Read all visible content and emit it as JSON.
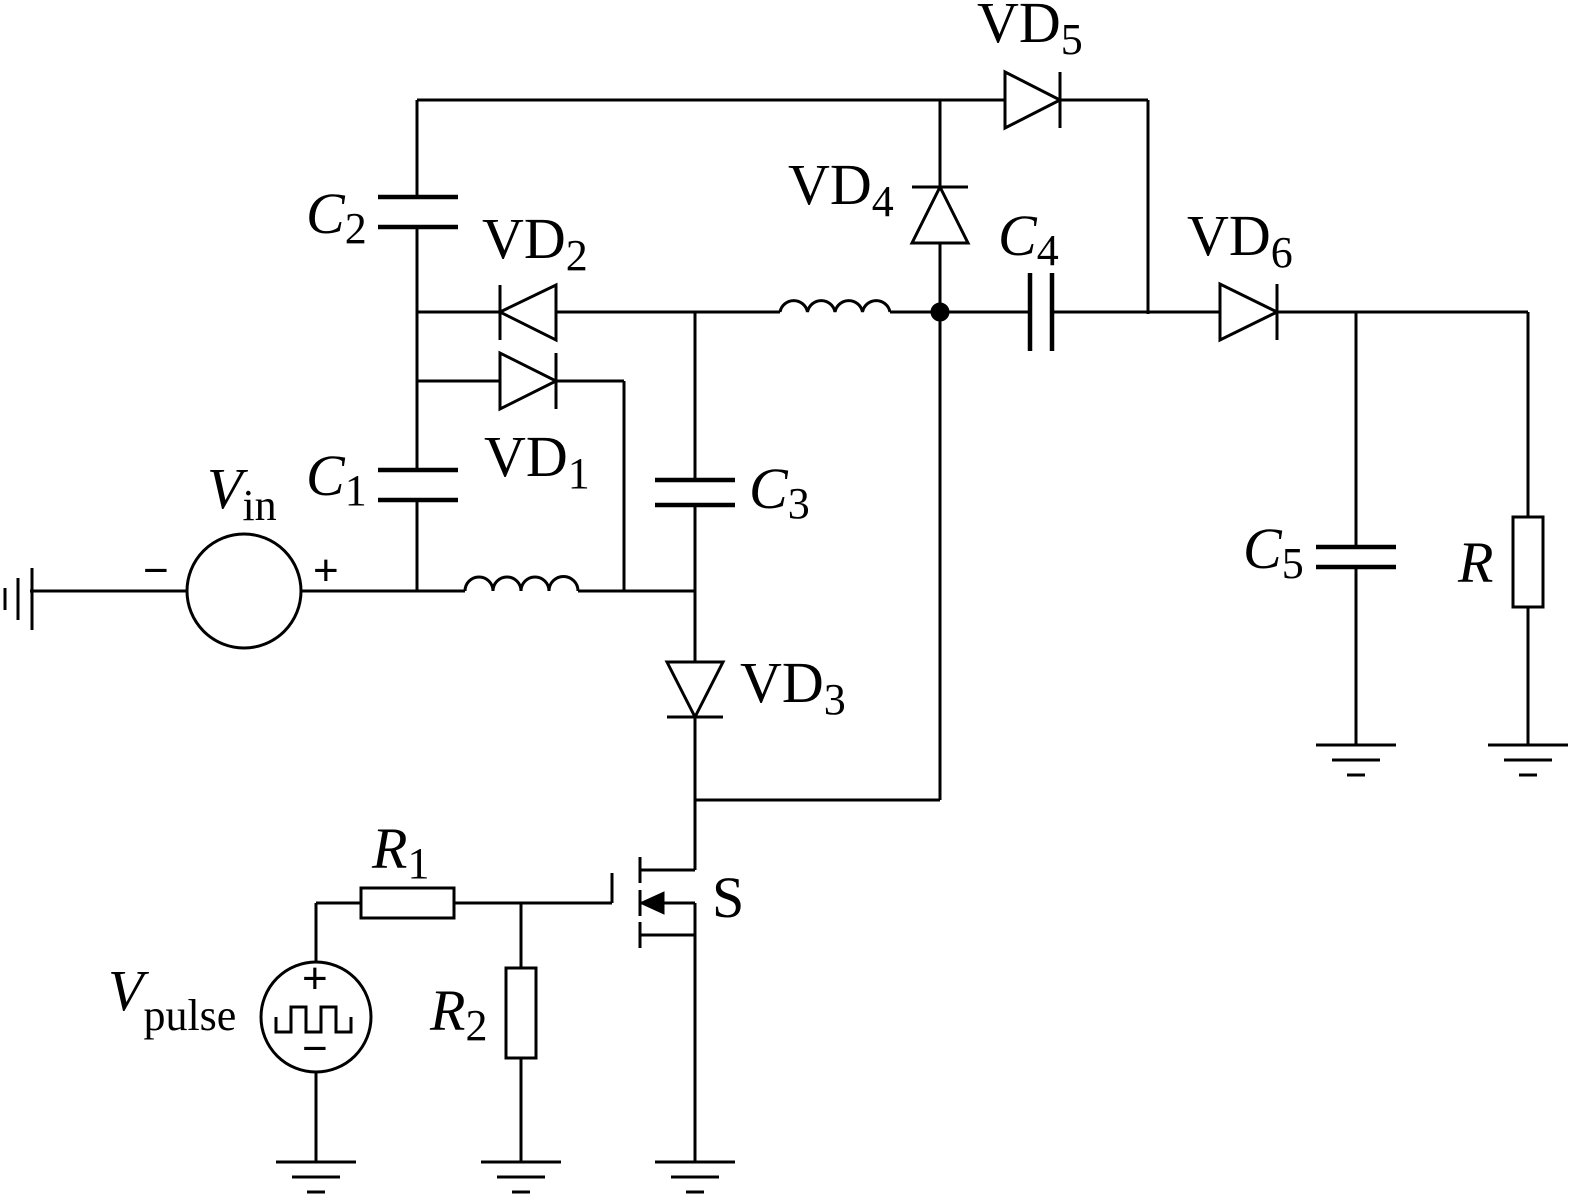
{
  "diagram": {
    "labels": {
      "vin": {
        "main": "V",
        "sub": "in"
      },
      "vin_minus": "−",
      "vin_plus": "+",
      "vpulse": {
        "main": "V",
        "sub": "pulse"
      },
      "vpulse_plus": "+",
      "vpulse_minus": "−",
      "c1": {
        "main": "C",
        "sub": "1"
      },
      "c2": {
        "main": "C",
        "sub": "2"
      },
      "c3": {
        "main": "C",
        "sub": "3"
      },
      "c4": {
        "main": "C",
        "sub": "4"
      },
      "c5": {
        "main": "C",
        "sub": "5"
      },
      "vd1": {
        "main": "VD",
        "sub": "1"
      },
      "vd2": {
        "main": "VD",
        "sub": "2"
      },
      "vd3": {
        "main": "VD",
        "sub": "3"
      },
      "vd4": {
        "main": "VD",
        "sub": "4"
      },
      "vd5": {
        "main": "VD",
        "sub": "5"
      },
      "vd6": {
        "main": "VD",
        "sub": "6"
      },
      "r1": {
        "main": "R",
        "sub": "1"
      },
      "r2": {
        "main": "R",
        "sub": "2"
      },
      "r": "R",
      "s": "S"
    }
  }
}
